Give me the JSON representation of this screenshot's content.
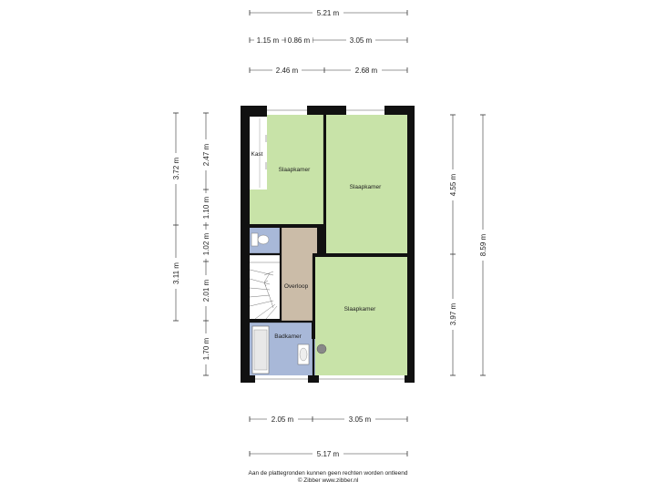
{
  "dimensions": {
    "top_total": "5.21 m",
    "top_seg_a": "1.15 m",
    "top_seg_b": "0.86 m",
    "top_seg_c": "3.05 m",
    "top_row3_a": "2.46 m",
    "top_row3_b": "2.68 m",
    "bottom_a": "2.05 m",
    "bottom_b": "3.05 m",
    "bottom_total": "5.17 m",
    "left_outer_top": "3.72 m",
    "left_outer_bottom": "3.11 m",
    "left_inner_1": "2.47 m",
    "left_inner_2": "1.10 m",
    "left_inner_3": "1.02 m",
    "left_inner_4": "2.01 m",
    "left_inner_5": "1.70 m",
    "right_inner_top": "4.55 m",
    "right_inner_bottom": "3.97 m",
    "right_outer": "8.59 m"
  },
  "rooms": {
    "kast": "Kast",
    "slaapkamer_1": "Slaapkamer",
    "slaapkamer_2": "Slaapkamer",
    "slaapkamer_3": "Slaapkamer",
    "overloop": "Overloop",
    "badkamer": "Badkamer"
  },
  "colors": {
    "bedroom": "#c8e3a8",
    "landing": "#cbbca8",
    "bathroom": "#a8b8d8",
    "wall": "#111111",
    "stairs": "#ffffff"
  },
  "footer": {
    "line1": "Aan de plattegronden kunnen geen rechten worden ontleend",
    "line2": "© Zibber www.zibber.nl"
  }
}
